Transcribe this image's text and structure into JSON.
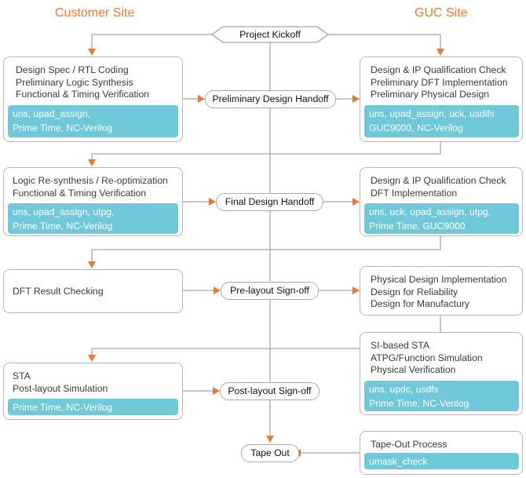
{
  "sites": {
    "left": "Customer Site",
    "right": "GUC Site"
  },
  "kickoff": "Project Kickoff",
  "milestones": {
    "preliminary_handoff": "Preliminary Design Handoff",
    "final_handoff": "Final Design Handoff",
    "prelayout_signoff": "Pre-layout Sign-off",
    "postlayout_signoff": "Post-layout Sign-off",
    "tape_out": "Tape Out"
  },
  "customer_boxes": [
    {
      "lines": [
        "Design Spec / RTL Coding",
        "Preliminary Logic Synthesis",
        "Functional & Timing Verification"
      ],
      "tools": [
        "uns, upad_assign,",
        "Prime Time, NC-Verilog"
      ]
    },
    {
      "lines": [
        "Logic Re-synthesis / Re-optimization",
        "Functional & Timing Verification"
      ],
      "tools": [
        "uns, upad_assign, utpg,",
        "Prime Time, NC-Verilog"
      ]
    },
    {
      "lines": [
        "DFT Result Checking"
      ],
      "tools": []
    },
    {
      "lines": [
        "STA",
        "Post-layout Simulation"
      ],
      "tools": [
        "Prime Time, NC-Verilog"
      ]
    }
  ],
  "guc_boxes": [
    {
      "lines": [
        "Design & IP Qualification Check",
        "Preliminary DFT Implementation",
        "Preliminary Physical Design"
      ],
      "tools": [
        "uns, upad_assign, uck, usdifs",
        "GUC9000, NC-Verilog"
      ]
    },
    {
      "lines": [
        "Design & IP Qualification Check",
        "DFT Implementation"
      ],
      "tools": [
        "uns, uck, upad_assign, utpg,",
        "Prime Time, GUC9000"
      ]
    },
    {
      "lines": [
        "Physical Design Implementation",
        "Design for Reliability",
        "Design for Manufactury"
      ],
      "tools": []
    },
    {
      "lines": [
        "SI-based STA",
        "ATPG/Function Simulation",
        "Physical Verification"
      ],
      "tools": [
        "uns, updc, usdfs",
        "Prime Time, NC-Verilog"
      ]
    },
    {
      "lines": [
        "Tape-Out Process"
      ],
      "tools": [
        "umask_check"
      ]
    }
  ]
}
